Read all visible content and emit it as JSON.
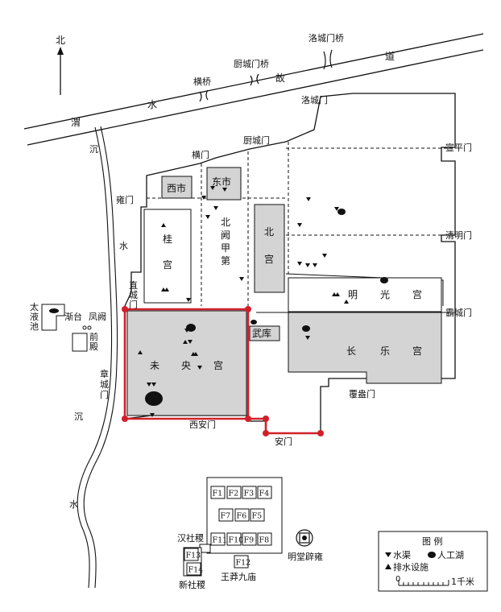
{
  "north": "北",
  "river": {
    "label_1": "渭",
    "label_2": "水",
    "label_3": "故",
    "label_4": "道"
  },
  "bridges": {
    "heng": "横桥",
    "chucheng": "厨城门桥",
    "luocheng": "洛城门桥"
  },
  "stream": {
    "top_1": "沉",
    "top_2": "水",
    "mid": "沉",
    "bottom": "水"
  },
  "gates": {
    "luocheng": "洛城门",
    "chucheng": "厨城门",
    "heng": "横门",
    "xuanping": "宣平门",
    "yongmen": "雍门",
    "qingming": "清明门",
    "zhicheng_1": "直",
    "zhicheng_2": "城",
    "zhicheng_3": "门",
    "bacheng": "霸城门",
    "zhangcheng_1": "章",
    "zhangcheng_2": "城",
    "zhangcheng_3": "门",
    "fuang": "覆盎门",
    "xian": "西安门",
    "anmen": "安门"
  },
  "districts": {
    "xishi": "西市",
    "dongshi": "东市",
    "gui_1": "桂",
    "gui_2": "宫",
    "beique_1": "北",
    "beique_2": "阙",
    "beique_3": "甲",
    "beique_4": "第",
    "bei_1": "北",
    "bei_2": "宫",
    "mingguang_1": "明",
    "mingguang_2": "光",
    "mingguang_3": "宫",
    "wuku": "武库",
    "changle_1": "长",
    "changle_2": "乐",
    "changle_3": "宫",
    "weiyang_1": "未",
    "weiyang_2": "央",
    "weiyang_3": "宫"
  },
  "outside": {
    "taiye_1": "太",
    "taiye_2": "液",
    "taiye_3": "池",
    "jiantai": "渐台",
    "fengque": "凤阙",
    "qiandian_1": "前",
    "qiandian_2": "殿"
  },
  "ritual": {
    "buildings": [
      "F1",
      "F2",
      "F3",
      "F4",
      "F7",
      "F6",
      "F5",
      "F11",
      "F10",
      "F9",
      "F8",
      "F12",
      "F13",
      "F14"
    ],
    "hanshe": "汉社稷",
    "xinshe": "新社稷",
    "wangmang": "王莽九庙",
    "mingtang": "明堂辟雍"
  },
  "legend": {
    "title": "图 例",
    "water_channel": "水渠",
    "artificial_lake": "人工湖",
    "drainage": "排水设施",
    "scale_zero": "0",
    "scale_unit": "1千米"
  },
  "colors": {
    "district_fill": "#d4d4d4",
    "highlight": "#d0202a",
    "line": "#111111"
  }
}
